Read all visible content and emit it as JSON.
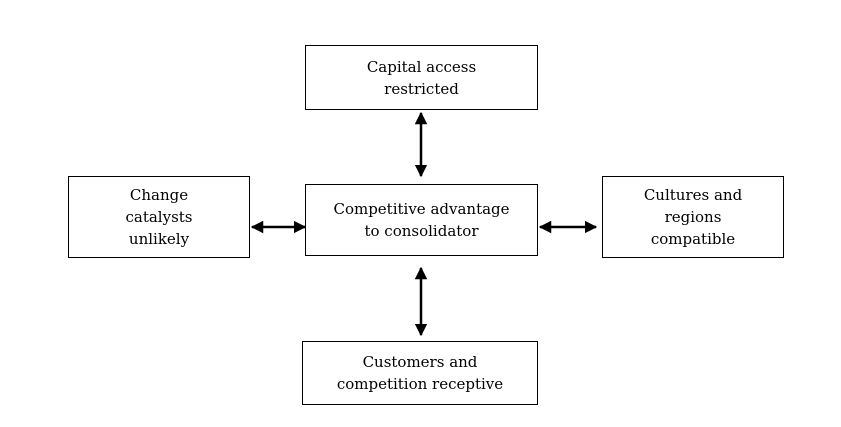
{
  "diagram": {
    "center": {
      "label": "Competitive advantage\nto consolidator"
    },
    "top": {
      "label": "Capital access\nrestricted"
    },
    "left": {
      "label": "Change\ncatalysts\nunlikely"
    },
    "right": {
      "label": "Cultures and\nregions\ncompatible"
    },
    "bottom": {
      "label": "Customers and\ncompetition receptive"
    },
    "connections": [
      {
        "from": "center",
        "to": "top",
        "type": "bidirectional"
      },
      {
        "from": "center",
        "to": "left",
        "type": "bidirectional"
      },
      {
        "from": "center",
        "to": "right",
        "type": "bidirectional"
      },
      {
        "from": "center",
        "to": "bottom",
        "type": "bidirectional"
      }
    ],
    "colors": {
      "line": "#000000",
      "box_fill": "#ffffff"
    }
  }
}
